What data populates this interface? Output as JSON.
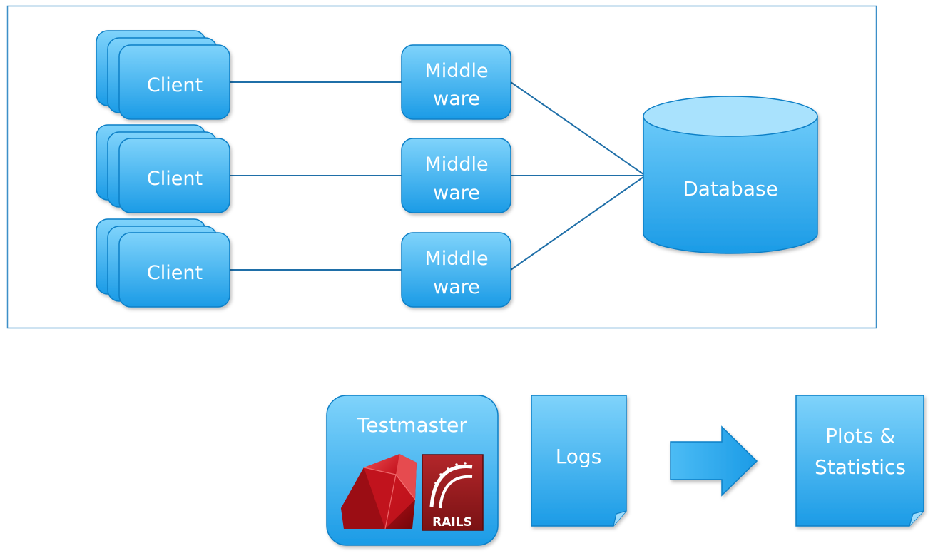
{
  "diagram": {
    "clients": [
      {
        "label": "Client"
      },
      {
        "label": "Client"
      },
      {
        "label": "Client"
      }
    ],
    "middleware": [
      {
        "line1": "Middle",
        "line2": "ware"
      },
      {
        "line1": "Middle",
        "line2": "ware"
      },
      {
        "line1": "Middle",
        "line2": "ware"
      }
    ],
    "database": {
      "label": "Database"
    },
    "testmaster": {
      "label": "Testmaster",
      "rails_logo_text": "RAILS"
    },
    "logs": {
      "label": "Logs"
    },
    "plots": {
      "line1": "Plots &",
      "line2": "Statistics"
    }
  },
  "colors": {
    "box_fill_top": "#74cdfa",
    "box_fill_bottom": "#1d9ee8",
    "box_stroke": "#0b7fc6",
    "connector": "#1f6fa8",
    "frame": "#3c8fc8",
    "ruby_red": "#b5121b",
    "rails_red": "#8e1a1c"
  }
}
